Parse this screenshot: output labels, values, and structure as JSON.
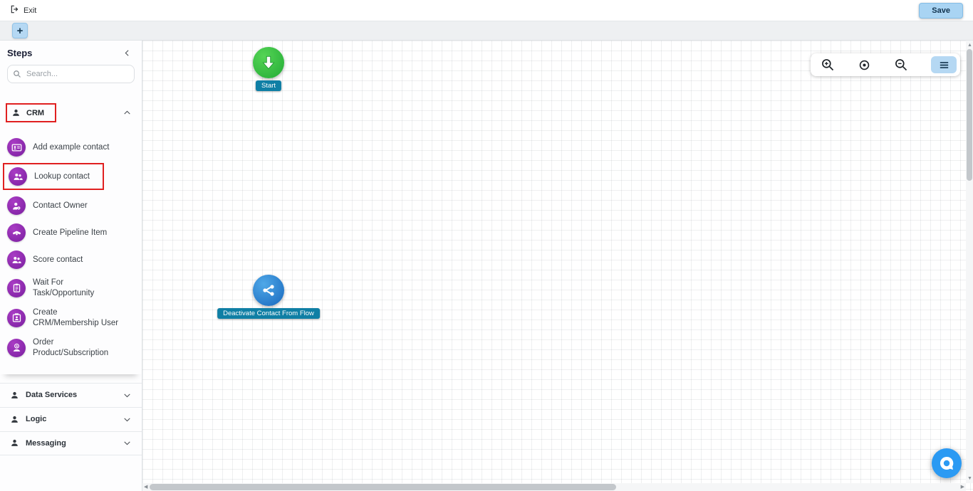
{
  "colors": {
    "accent_blue": "#a9d4f3",
    "icon_purple": "#8e24aa",
    "start_green": "#2fbe3f",
    "node_blue": "#2b86d9",
    "badge_teal": "#0f7fa5",
    "highlight_red": "#e02020",
    "chat_blue": "#2b9af3"
  },
  "header": {
    "exit_label": "Exit",
    "save_label": "Save"
  },
  "subheader": {
    "add_label": "+"
  },
  "sidebar": {
    "title": "Steps",
    "search": {
      "placeholder": "Search..."
    },
    "crm_section": {
      "label": "CRM",
      "expanded": true,
      "highlighted": true
    },
    "crm_items": [
      {
        "label": "Add example contact",
        "icon": "contact-card-icon",
        "highlighted": false
      },
      {
        "label": "Lookup contact",
        "icon": "people-search-icon",
        "highlighted": true
      },
      {
        "label": "Contact Owner",
        "icon": "person-settings-icon",
        "highlighted": false
      },
      {
        "label": "Create Pipeline Item",
        "icon": "handshake-icon",
        "highlighted": false
      },
      {
        "label": "Score contact",
        "icon": "people-icon",
        "highlighted": false
      },
      {
        "label": "Wait For Task/Opportunity",
        "icon": "clipboard-icon",
        "highlighted": false
      },
      {
        "label": "Create CRM/Membership User",
        "icon": "badge-icon",
        "highlighted": false
      },
      {
        "label": "Order Product/Subscription",
        "icon": "subscription-icon",
        "highlighted": false
      }
    ],
    "collapsed_sections": [
      {
        "label": "Data Services",
        "expanded": false
      },
      {
        "label": "Logic",
        "expanded": false
      },
      {
        "label": "Messaging",
        "expanded": false
      }
    ]
  },
  "canvas": {
    "nodes": [
      {
        "label": "Start",
        "type": "start"
      },
      {
        "label": "Deactivate Contact From Flow",
        "type": "action"
      }
    ],
    "controls": [
      "zoom-in",
      "center-view",
      "zoom-out",
      "menu"
    ]
  }
}
